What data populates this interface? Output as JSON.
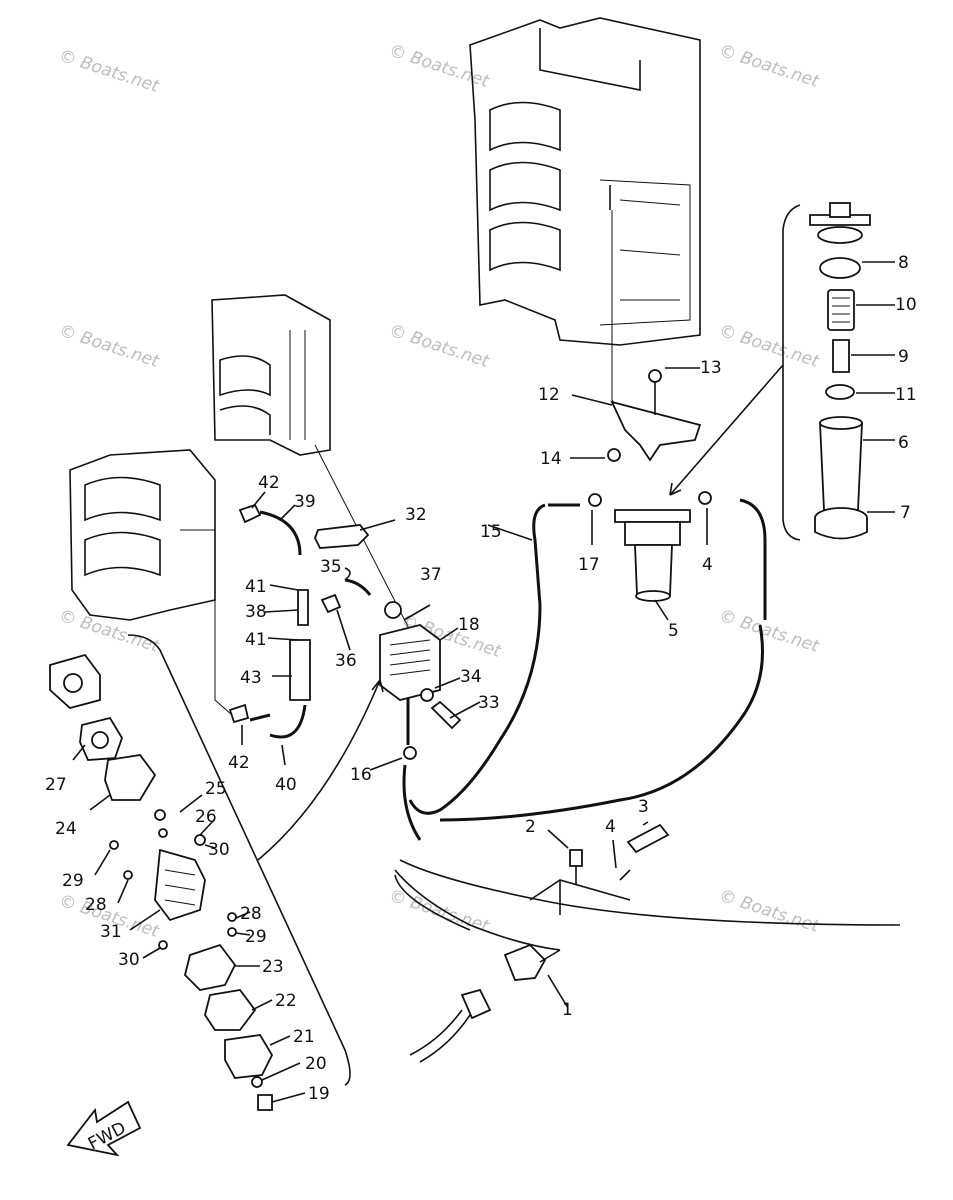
{
  "watermark": "© Boats.net",
  "fwd_label": "FWD",
  "callouts": {
    "c1": "1",
    "c2": "2",
    "c3": "3",
    "c4a": "4",
    "c4b": "4",
    "c5": "5",
    "c6": "6",
    "c7": "7",
    "c8": "8",
    "c9": "9",
    "c10": "10",
    "c11": "11",
    "c12": "12",
    "c13": "13",
    "c14": "14",
    "c15": "15",
    "c16": "16",
    "c17": "17",
    "c18": "18",
    "c19": "19",
    "c20": "20",
    "c21": "21",
    "c22": "22",
    "c23": "23",
    "c24": "24",
    "c25": "25",
    "c26": "26",
    "c27": "27",
    "c28a": "28",
    "c28b": "28",
    "c29a": "29",
    "c29b": "29",
    "c30a": "30",
    "c30b": "30",
    "c31": "31",
    "c32": "32",
    "c33": "33",
    "c34": "34",
    "c35": "35",
    "c36": "36",
    "c37": "37",
    "c38": "38",
    "c39": "39",
    "c40": "40",
    "c41a": "41",
    "c41b": "41",
    "c42a": "42",
    "c42b": "42",
    "c43": "43"
  }
}
